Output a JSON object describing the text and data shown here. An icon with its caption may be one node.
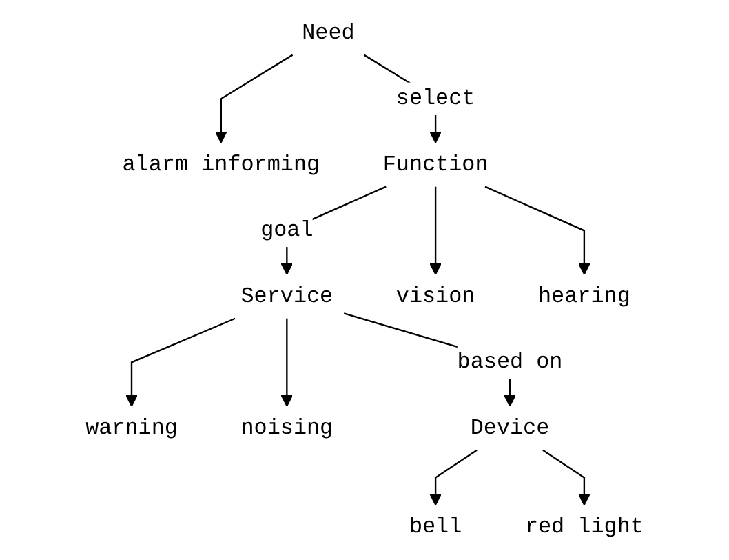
{
  "diagram": {
    "nodes": [
      {
        "text": [
          "Need"
        ]
      },
      {
        "text": [
          "alarm informing"
        ]
      },
      {
        "text": [
          "Function"
        ]
      },
      {
        "text": [
          "Service"
        ]
      },
      {
        "text": [
          "vision"
        ]
      },
      {
        "text": [
          "hearing"
        ]
      },
      {
        "text": [
          "warning"
        ]
      },
      {
        "text": [
          "noising"
        ]
      },
      {
        "text": [
          "Device"
        ]
      },
      {
        "text": [
          "red light"
        ]
      },
      {
        "text": [
          "bell"
        ]
      }
    ],
    "edges": [
      {
        "from": 0,
        "to": 2,
        "arrow": "to",
        "label": "select"
      },
      {
        "from": 0,
        "to": 1,
        "arrow": "to"
      },
      {
        "from": 2,
        "to": 3,
        "arrow": "to",
        "label": "goal"
      },
      {
        "from": 2,
        "to": 5,
        "arrow": "to"
      },
      {
        "from": 2,
        "to": 4,
        "arrow": "to"
      },
      {
        "from": 3,
        "to": 7,
        "arrow": "to"
      },
      {
        "from": 3,
        "to": 6,
        "arrow": "to"
      },
      {
        "from": 3,
        "to": 8,
        "arrow": "to",
        "label": "based on"
      },
      {
        "from": 8,
        "to": 10,
        "arrow": "to"
      },
      {
        "from": 8,
        "to": 9,
        "arrow": "to"
      }
    ]
  }
}
